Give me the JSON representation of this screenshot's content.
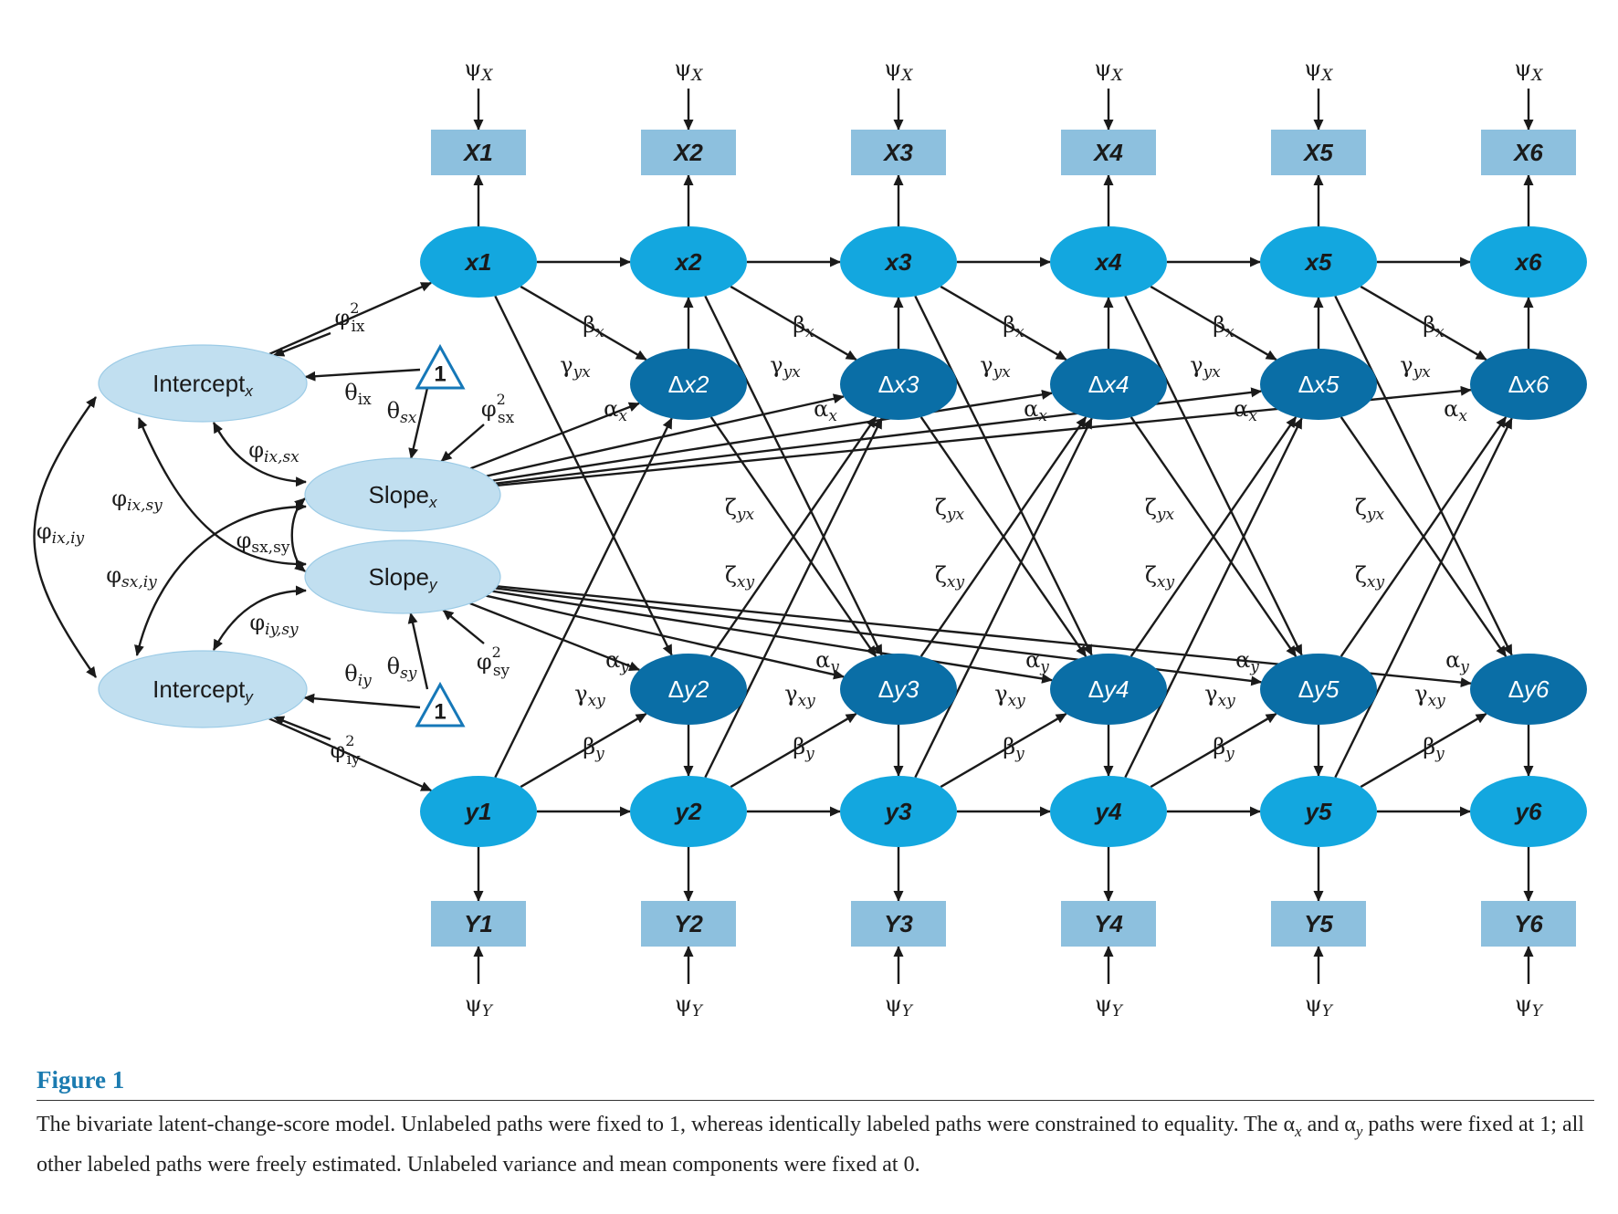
{
  "colors": {
    "indicator_box": "#8dc0de",
    "latent_xy": "#13a7df",
    "delta": "#0a6ea6",
    "growth_factor": "#c1dff0",
    "triangle": "#1678b8",
    "caption_title": "#1b7bb0"
  },
  "observed_x": [
    "X1",
    "X2",
    "X3",
    "X4",
    "X5",
    "X6"
  ],
  "observed_y": [
    "Y1",
    "Y2",
    "Y3",
    "Y4",
    "Y5",
    "Y6"
  ],
  "latent_x": [
    "x1",
    "x2",
    "x3",
    "x4",
    "x5",
    "x6"
  ],
  "latent_y": [
    "y1",
    "y2",
    "y3",
    "y4",
    "y5",
    "y6"
  ],
  "change_x": [
    "Δx2",
    "Δx3",
    "Δx4",
    "Δx5",
    "Δx6"
  ],
  "change_y": [
    "Δy2",
    "Δy3",
    "Δy4",
    "Δy5",
    "Δy6"
  ],
  "residual_x": "ψX",
  "residual_y": "ψY",
  "growth_factors": {
    "intercept_x": "Interceptx",
    "slope_x": "Slopex",
    "slope_y": "Slopey",
    "intercept_y": "Intercepty"
  },
  "constant_label": "1",
  "path_labels": {
    "beta_x": "βx",
    "gamma_yx": "γyx",
    "alpha_x": "αx",
    "zeta_yx": "ζyx",
    "zeta_xy": "ζxy",
    "alpha_y": "αy",
    "gamma_xy": "γxy",
    "beta_y": "βy",
    "var_ix": "φ²ix",
    "theta_ix": "θix",
    "theta_sx": "θsx",
    "var_sx": "φ²sx",
    "cov_ix_sx": "φix,sx",
    "cov_ix_sy": "φix,sy",
    "cov_ix_iy": "φix,iy",
    "cov_sx_sy": "φsx,sy",
    "cov_sx_iy": "φsx,iy",
    "cov_iy_sy": "φiy,sy",
    "theta_iy": "θiy",
    "theta_sy": "θsy",
    "var_sy": "φ²sy",
    "var_iy": "φ²iy"
  },
  "caption": {
    "title": "Figure 1",
    "text": "The bivariate latent-change-score model. Unlabeled paths were fixed to 1, whereas identically labeled paths were constrained to equality. The αx and αy paths were fixed at 1; all other labeled paths were freely estimated. Unlabeled variance and mean components were fixed at 0."
  }
}
